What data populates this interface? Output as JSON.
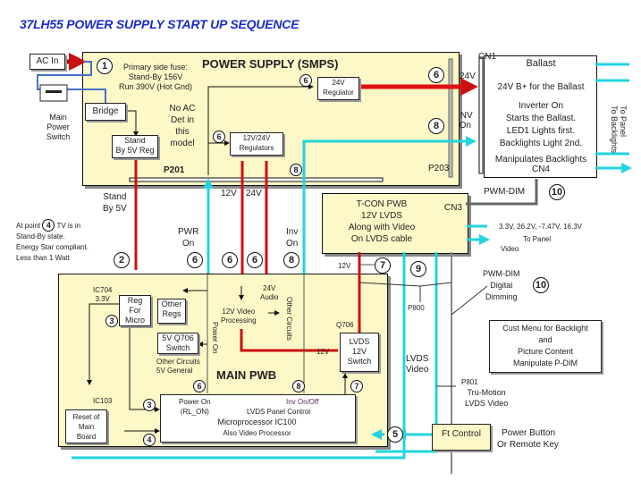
{
  "title": "37LH55 POWER SUPPLY START UP SEQUENCE",
  "colors": {
    "title": "#1a2ccc",
    "board": "#fdf8c8",
    "power_line": "#cc1111",
    "signal_line": "#22d4dd",
    "control_line": "#4472c4"
  },
  "left": {
    "ac_in": "AC In",
    "main_power_switch": [
      "Main",
      "Power",
      "Switch"
    ],
    "standby_note": [
      "At point",
      "TV is in",
      "Stand-By state.",
      "Energy Star compliant.",
      "Less than 1 Watt"
    ],
    "standby_note_point": "4"
  },
  "smps": {
    "title": "POWER SUPPLY (SMPS)",
    "fuse_note": [
      "Primary side fuse:",
      "Stand-By 156V",
      "Run 390V (Hot Gnd)"
    ],
    "no_ac_note": [
      "No AC",
      "Det in",
      "this",
      "model"
    ],
    "bridge": "Bridge",
    "standby_reg": [
      "Stand",
      "By 5V Reg"
    ],
    "reg_24v": [
      "24V",
      "Regulator"
    ],
    "reg_12_24": [
      "12V/24V",
      "Regulators"
    ],
    "p201": "P201",
    "p203": "P203",
    "step_fuse": "1",
    "step_24v_reg": "6",
    "step_12_24_reg": "6",
    "step_inv_in": "8",
    "step_24v_out": "6",
    "step_inv_out": "8"
  },
  "connections": {
    "out_24v": "24V",
    "inv_on": [
      "INV",
      "On"
    ],
    "standby_5v": [
      "Stand",
      "By 5V"
    ],
    "pwr_on": [
      "PWR",
      "On"
    ],
    "v12": "12V",
    "v24": "24V",
    "inv_on2": [
      "Inv",
      "On"
    ],
    "steps": [
      "2",
      "6",
      "6",
      "6",
      "8"
    ],
    "pwm_dim": "PWM-DIM",
    "pwm_dim_step": "10",
    "to_panel_backlights": [
      "To Panel",
      "To Backlights"
    ]
  },
  "ballast": {
    "cn1": "CN1",
    "title": "Ballast",
    "b_plus": "24V B+ for the Ballast",
    "lines": [
      "Inverter On",
      "Starts the Ballast.",
      "LED1 Lights first.",
      "Backlights Light 2nd."
    ],
    "manipulates": "Manipulates Backlights",
    "cn4": "CN4"
  },
  "tcon": {
    "lines": [
      "T-CON PWB",
      "12V LVDS",
      "Along with Video",
      "On LVDS cable"
    ],
    "cn3": "CN3",
    "panel_voltages": "3.3V, 26.2V, -7.47V, 16.3V",
    "to_panel": "To Panel",
    "video": "Video"
  },
  "main_pwb": {
    "title": "MAIN PWB",
    "ic704": [
      "IC704",
      "3.3V"
    ],
    "reg_for_micro": [
      "Reg",
      "For",
      "Micro"
    ],
    "other_regs": [
      "Other",
      "Regs"
    ],
    "q706_switch": [
      "5V Q706",
      "Switch"
    ],
    "other_circuits_5v": [
      "Other Circuits",
      "5V General"
    ],
    "audio_24v": [
      "24V",
      "Audio"
    ],
    "video_proc": [
      "12V Video",
      "Processing"
    ],
    "other_circuits": "Other Circuits",
    "power_on": "Power On",
    "q706": "Q706",
    "v12": "12V",
    "lvds_switch": [
      "LVDS",
      "12V",
      "Switch"
    ],
    "ic103": "IC103",
    "reset": [
      "Reset of",
      "Main",
      "Board"
    ],
    "micro_power_on": [
      "Power On",
      "(RL_ON)"
    ],
    "micro_inv": "Inv On/Off",
    "micro_lvds": "LVDS Panel Control",
    "micro_title": "Microprocessor IC100",
    "micro_sub": "Also Video Processor",
    "steps": {
      "reg": "3",
      "micro_reg": "3",
      "reset": "4",
      "power_on": "6",
      "inv": "8",
      "lvds": "7"
    }
  },
  "right_mid": {
    "v12": "12V",
    "step7": "7",
    "step9": "9",
    "p800": "P800",
    "lvds_video": [
      "LVDS",
      "Video"
    ],
    "pwm_dim_digital": [
      "PWM-DIM",
      "Digital",
      "Dimming"
    ],
    "pwm_step": "10",
    "cust_menu": [
      "Cust Menu for Backlight",
      "and",
      "Picture Content",
      "Manipulate P-DIM"
    ],
    "p801": "P801",
    "tru_motion": [
      "Tru-Motion",
      "LVDS Video"
    ]
  },
  "ft_control": {
    "label": "Ft Control",
    "step": "5",
    "note": [
      "Power Button",
      "Or Remote Key"
    ]
  }
}
